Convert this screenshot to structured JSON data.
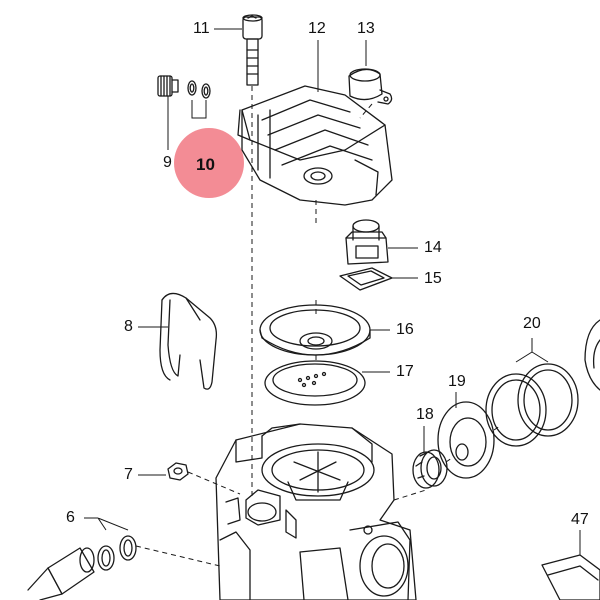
{
  "diagram": {
    "callouts": {
      "c11": "11",
      "c12": "12",
      "c13": "13",
      "c9": "9",
      "c10": "10",
      "c14": "14",
      "c15": "15",
      "c8": "8",
      "c16": "16",
      "c17": "17",
      "c20": "20",
      "c19": "19",
      "c18": "18",
      "c7": "7",
      "c6": "6",
      "c47": "47"
    },
    "highlighted_callout": "10",
    "highlight_color": "#EE606C",
    "line_color": "#1a1a1a"
  }
}
